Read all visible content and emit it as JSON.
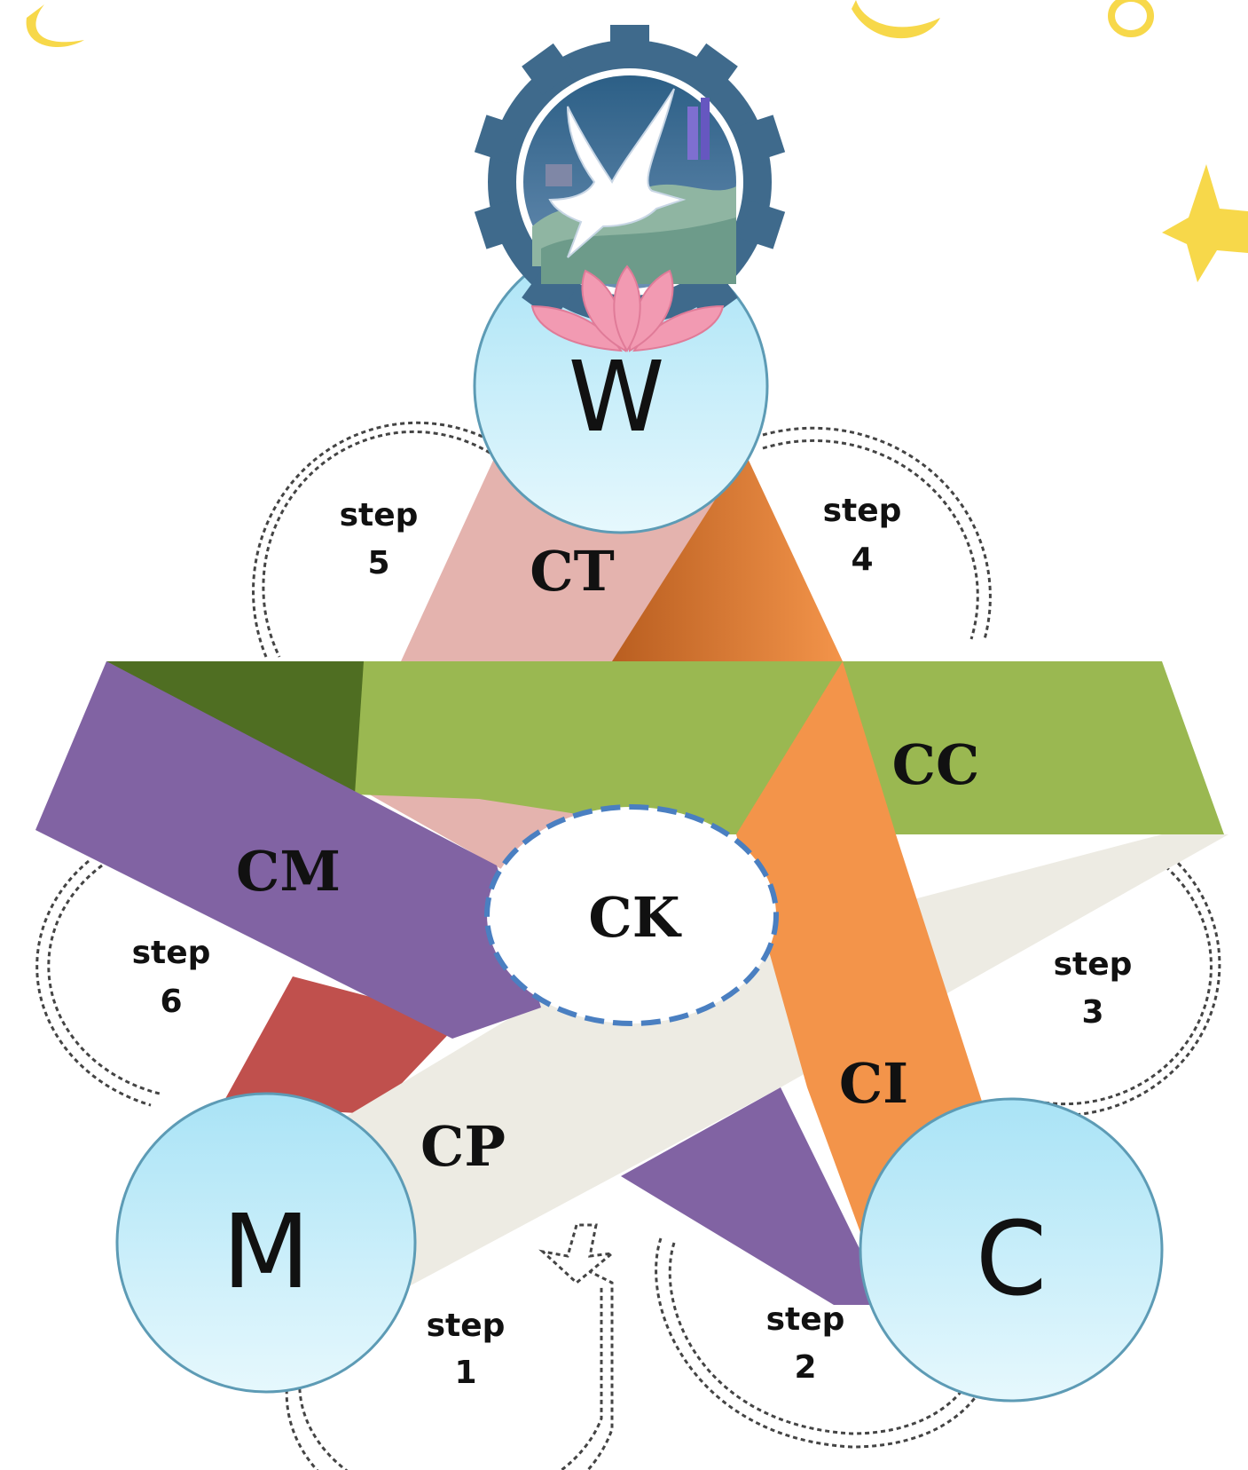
{
  "diagram": {
    "nodes": {
      "w": {
        "label": "W"
      },
      "m": {
        "label": "M"
      },
      "c": {
        "label": "C"
      },
      "center": {
        "label": "CK"
      }
    },
    "bands": {
      "ct": {
        "label": "CT",
        "color": "#e4b3ae"
      },
      "cc": {
        "label": "CC",
        "color": "#9ab851"
      },
      "cm": {
        "label": "CM",
        "color": "#8163a3"
      },
      "ci": {
        "label": "CI",
        "color": "#f3944a"
      },
      "cp": {
        "label": "CP",
        "color": "#edebe3"
      },
      "red": {
        "color": "#c0504d"
      }
    },
    "steps": [
      {
        "word": "step",
        "num": "1"
      },
      {
        "word": "step",
        "num": "2"
      },
      {
        "word": "step",
        "num": "3"
      },
      {
        "word": "step",
        "num": "4"
      },
      {
        "word": "step",
        "num": "5"
      },
      {
        "word": "step",
        "num": "6"
      }
    ],
    "colors": {
      "node_fill": "#c9eef9",
      "node_stroke": "#5d9bb5",
      "gear": "#3f6a8c",
      "lotus": "#f29ab2",
      "stars": "#f7d84a",
      "ck_border": "#4a7fc1"
    }
  }
}
